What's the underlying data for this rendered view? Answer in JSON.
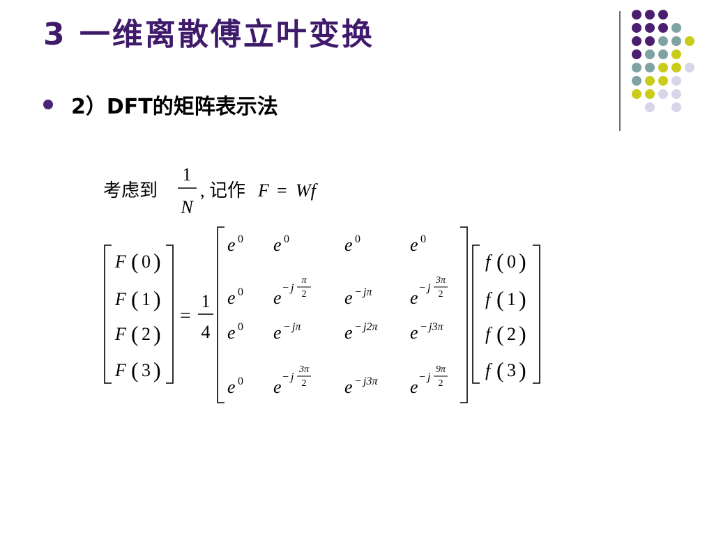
{
  "title": "3 一维离散傅立叶变换",
  "bullet": "2）DFT的矩阵表示法",
  "colors": {
    "title": "#3f1a6b",
    "bullet": "#4a2478",
    "rule": "#6e6e6e",
    "dots": {
      "purple": "#4b1f6f",
      "teal": "#7fa3a3",
      "yellow": "#c9cc1a",
      "lavender": "#d6d6e8"
    }
  },
  "decor": {
    "dot_rows": [
      [
        "purple",
        "purple",
        "purple",
        "",
        "",
        ""
      ],
      [
        "purple",
        "purple",
        "purple",
        "teal",
        "",
        ""
      ],
      [
        "purple",
        "purple",
        "teal",
        "teal",
        "yellow",
        ""
      ],
      [
        "purple",
        "teal",
        "teal",
        "yellow",
        "",
        ""
      ],
      [
        "teal",
        "teal",
        "yellow",
        "yellow",
        "lavender",
        ""
      ],
      [
        "teal",
        "yellow",
        "yellow",
        "lavender",
        "",
        ""
      ],
      [
        "yellow",
        "yellow",
        "lavender",
        "lavender",
        "",
        ""
      ],
      [
        "",
        "lavender",
        "",
        "lavender",
        "",
        ""
      ]
    ]
  },
  "formula": {
    "intro_prefix": "考虑到",
    "frac_num": "1",
    "frac_den": "N",
    "intro_comma": ",",
    "intro_note": "记作",
    "intro_eq_lhs": "F",
    "intro_eq_op": "=",
    "intro_eq_rhs": "Wf",
    "lhs_entries": [
      "F",
      "F",
      "F",
      "F"
    ],
    "lhs_args": [
      "0",
      "1",
      "2",
      "3"
    ],
    "equals": "=",
    "scale_num": "1",
    "scale_den": "4",
    "base": "e",
    "exp_minus": "−",
    "exp_j": "j",
    "zero_exp": "0",
    "exponents": {
      "jpi": "jπ",
      "j2pi": "j2π",
      "j3pi": "j3π",
      "pi": "π",
      "three_pi": "3π",
      "nine_pi": "9π",
      "two": "2"
    },
    "rhs_entries": [
      "f",
      "f",
      "f",
      "f"
    ],
    "rhs_args": [
      "0",
      "1",
      "2",
      "3"
    ]
  }
}
